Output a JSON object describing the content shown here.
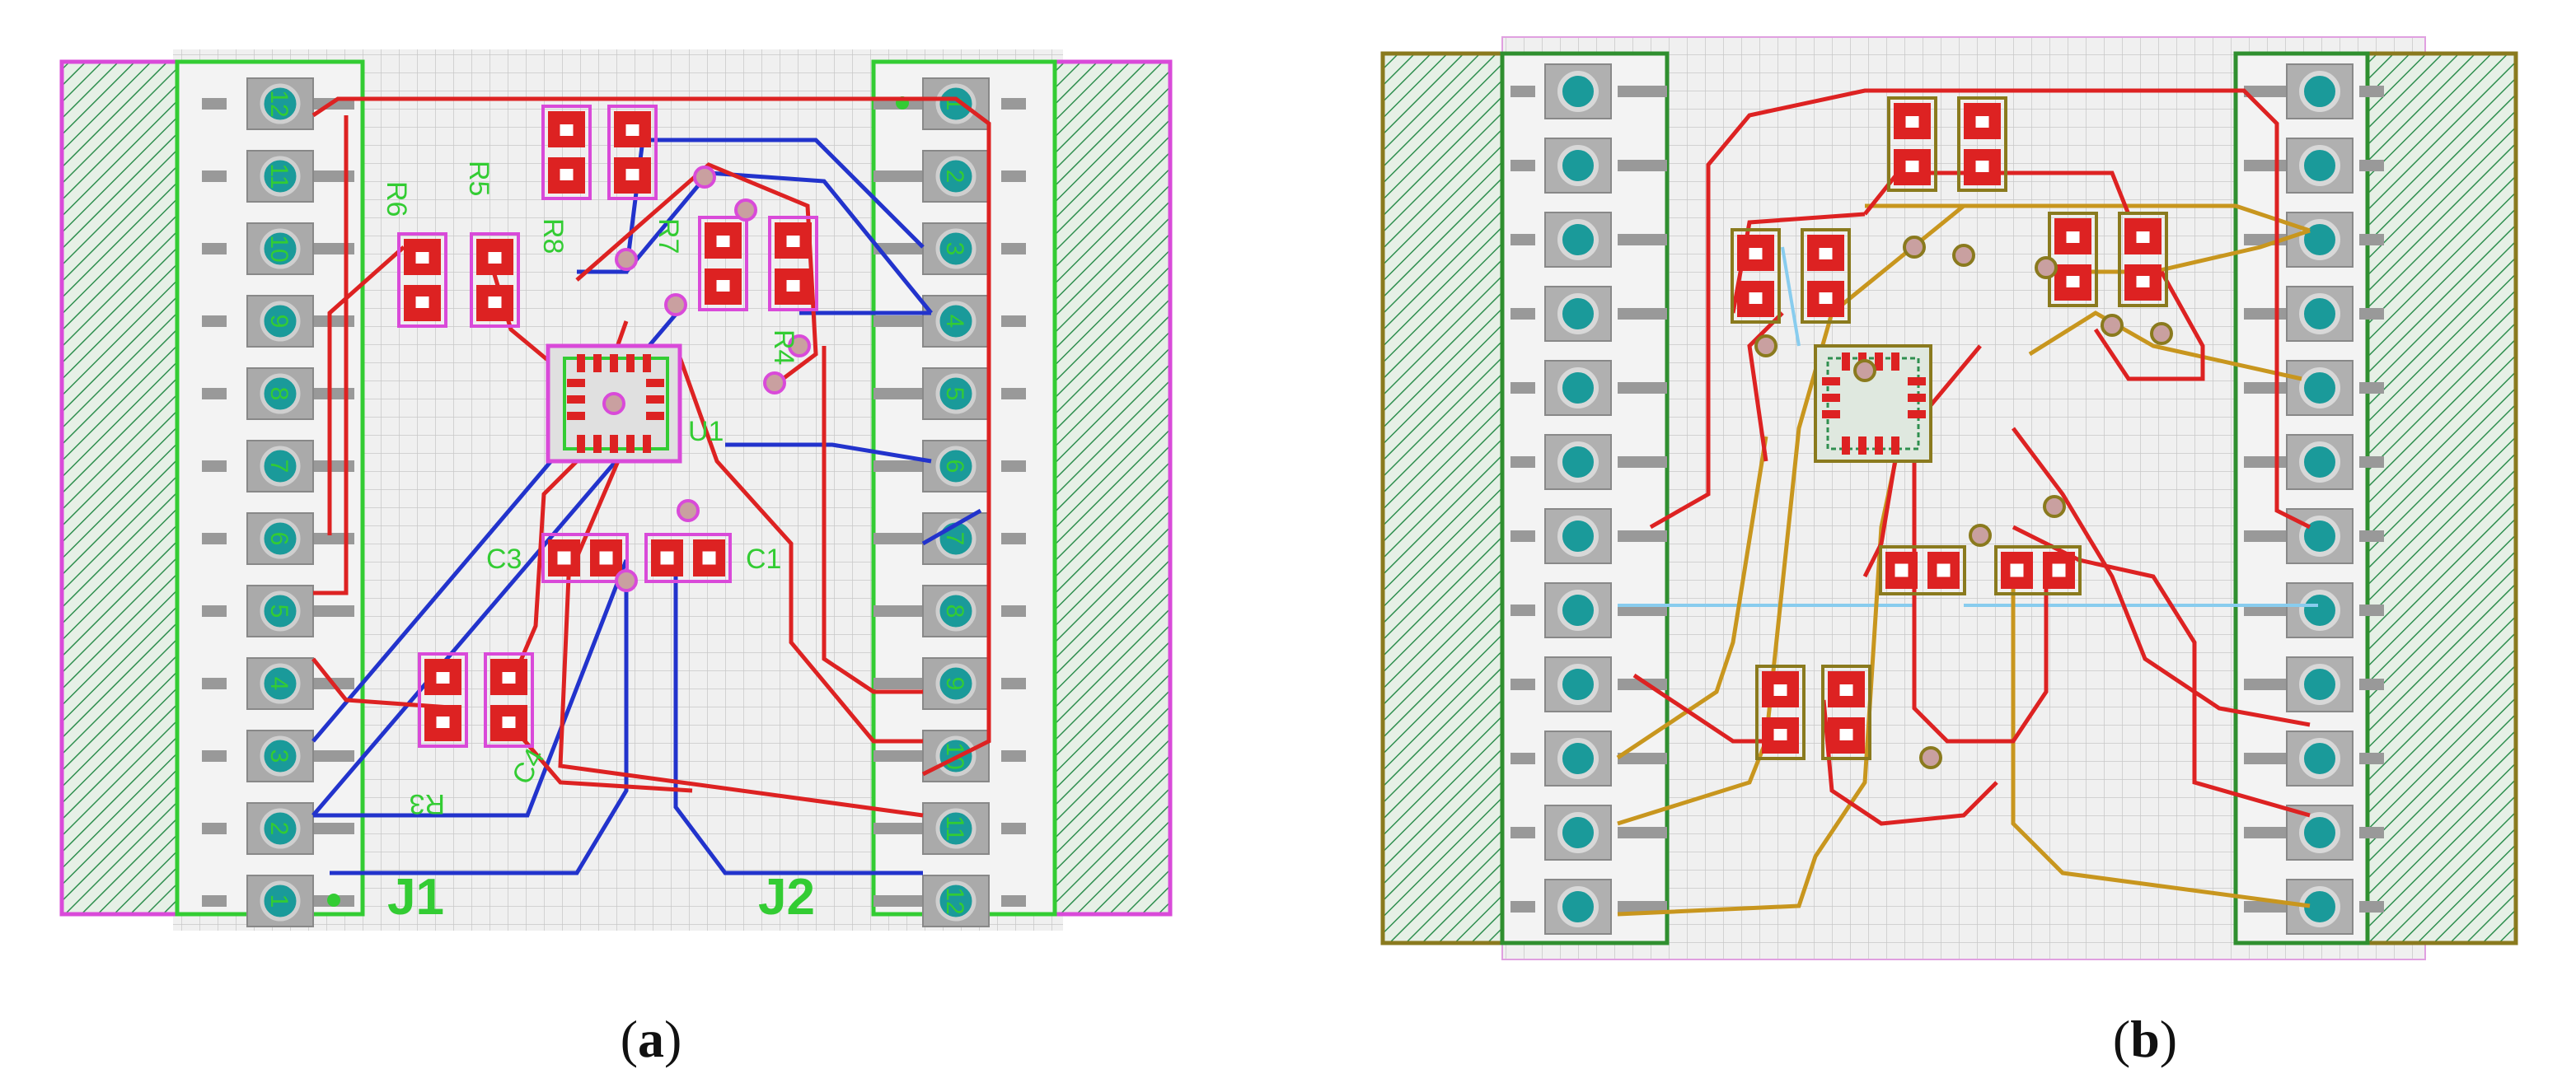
{
  "figure": {
    "panels": [
      {
        "id": "a",
        "caption_open": "(",
        "caption_letter": "a",
        "caption_close": ")",
        "connector_left": "J1",
        "connector_right": "J2",
        "left_pins": [
          "12",
          "11",
          "10",
          "9",
          "8",
          "7",
          "6",
          "5",
          "4",
          "3",
          "2",
          "1"
        ],
        "right_pins": [
          "1",
          "2",
          "3",
          "4",
          "5",
          "6",
          "7",
          "8",
          "9",
          "10",
          "11",
          "12"
        ],
        "component_labels": [
          "R6",
          "R5",
          "R8",
          "R7",
          "R4",
          "U1",
          "C3",
          "C1",
          "R3",
          "C4"
        ]
      },
      {
        "id": "b",
        "caption_open": "(",
        "caption_letter": "b",
        "caption_close": ")"
      }
    ],
    "colors": {
      "background": "#ffffff",
      "grid": "#cfcfcf",
      "board_fill": "#eeeeee",
      "hatch": "#2f8f4f",
      "outline_magenta": "#d94ad9",
      "outline_green": "#33cc33",
      "outline_olive": "#8a7a1e",
      "trace_top": "#dd2222",
      "trace_bottom_blue": "#2233cc",
      "trace_bottom_gold": "#c8961e",
      "trace_light": "#88ccee",
      "pad": "#999999",
      "pad_teal": "#1a9a9a",
      "silk": "#33cc33"
    }
  }
}
